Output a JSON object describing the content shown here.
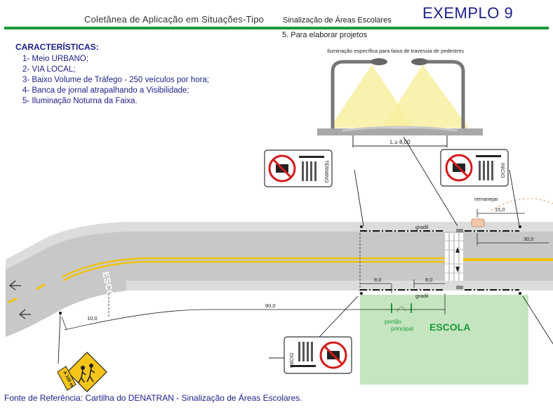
{
  "header": {
    "title": "Coletânea de Aplicação em Situações-Tipo",
    "subtitle": "Sinalização de Áreas Escolares",
    "example": "EXEMPLO",
    "example_number": "9"
  },
  "step": "5. Para elaborar projetos",
  "characteristics": {
    "title": "CARACTERÍSTICAS:",
    "items": [
      "1- Meio URBANO;",
      "2- VIA LOCAL;",
      "3- Baixo Volume de Tráfego - 250 veículos por hora;",
      "4- Banca de jornal atrapalhando a Visibilidade;",
      "5- Iluminação Noturna da Faixa."
    ]
  },
  "diagram": {
    "lighting_caption": "Iluminação específica para faixa de travessia de pedestres",
    "lighting_distance": "L ≥ 8,00",
    "road_text": "ESCOLA",
    "railing_label": "gradil",
    "school_label": "ESCOLA",
    "gate_label_1": "portão",
    "gate_label_2": "principal",
    "relocate_label": "remanejar",
    "dim_15": "15,0",
    "dim_30": "30,0",
    "dim_8a": "8,0",
    "dim_8b": "8,0",
    "dim_90": "90,0",
    "dim_10": "10,0",
    "sign_end": "TÉRMINO",
    "sign_start": "INÍCIO",
    "sign_distance": "A 100 m",
    "colors": {
      "road": "#c8c8c8",
      "road_dark": "#b5b5b5",
      "yellow_line": "#f2c200",
      "school_area": "#c5e5c0",
      "school_text": "#1a9a3a",
      "text_blue": "#1b1f8a"
    }
  },
  "footer": "Fonte de Referência: Cartilha do DENATRAN - Sinalização de Áreas Escolares."
}
